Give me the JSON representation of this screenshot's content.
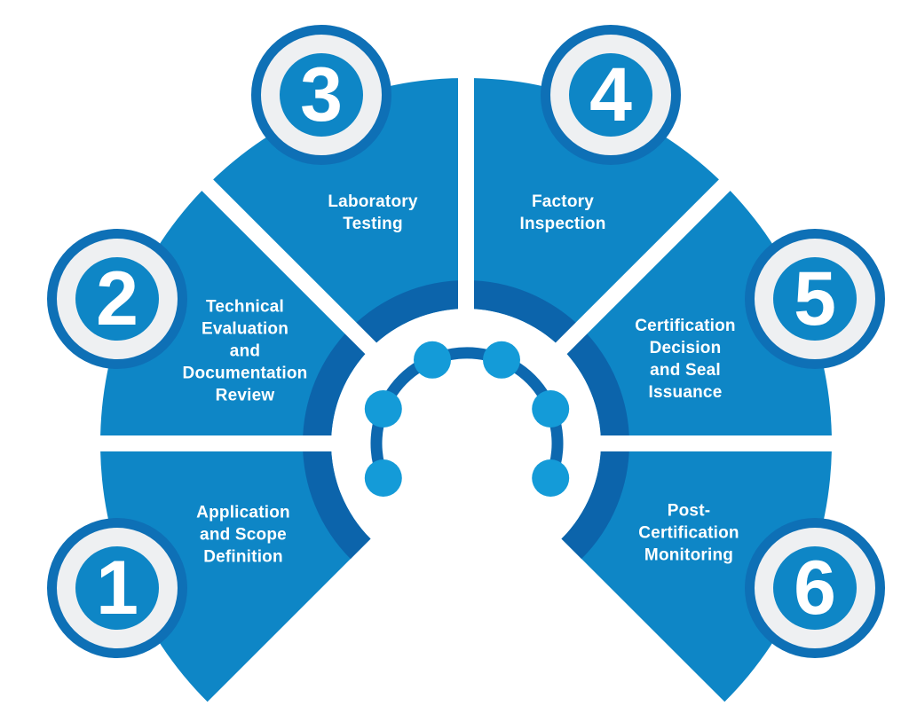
{
  "diagram": {
    "type": "circular-process",
    "steps_total": 6
  },
  "colors": {
    "background": "#ffffff",
    "segment": "#0e86c6",
    "inner_band": "#0c64ab",
    "divider": "#ffffff",
    "connector": "#0d68af",
    "dot": "#149bd8",
    "badge_ring": "#0e70b6",
    "badge_ring_bg": "#eef0f2",
    "badge_disk": "#0e86c6",
    "label_text": "#ffffff"
  },
  "segments": [
    {
      "number": "1",
      "label": "Application\nand Scope\nDefinition"
    },
    {
      "number": "2",
      "label": "Technical\nEvaluation\nand\nDocumentation\nReview"
    },
    {
      "number": "3",
      "label": "Laboratory\nTesting"
    },
    {
      "number": "4",
      "label": "Factory\nInspection"
    },
    {
      "number": "5",
      "label": "Certification\nDecision\nand Seal\nIssuance"
    },
    {
      "number": "6",
      "label": "Post-\nCertification\nMonitoring"
    }
  ]
}
